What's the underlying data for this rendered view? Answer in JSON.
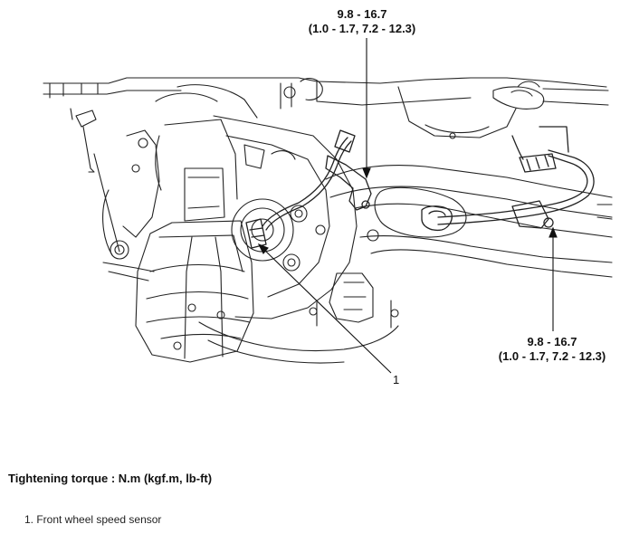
{
  "callouts": {
    "torque_top": {
      "line1": "9.8 - 16.7",
      "line2": "(1.0 - 1.7, 7.2 - 12.3)"
    },
    "torque_right": {
      "line1": "9.8 - 16.7",
      "line2": "(1.0 - 1.7, 7.2 - 12.3)"
    },
    "item_number": "1"
  },
  "legend": {
    "heading": "Tightening torque : N.m (kgf.m, lb-ft)",
    "items": [
      {
        "label": "1. Front wheel speed sensor"
      }
    ]
  }
}
